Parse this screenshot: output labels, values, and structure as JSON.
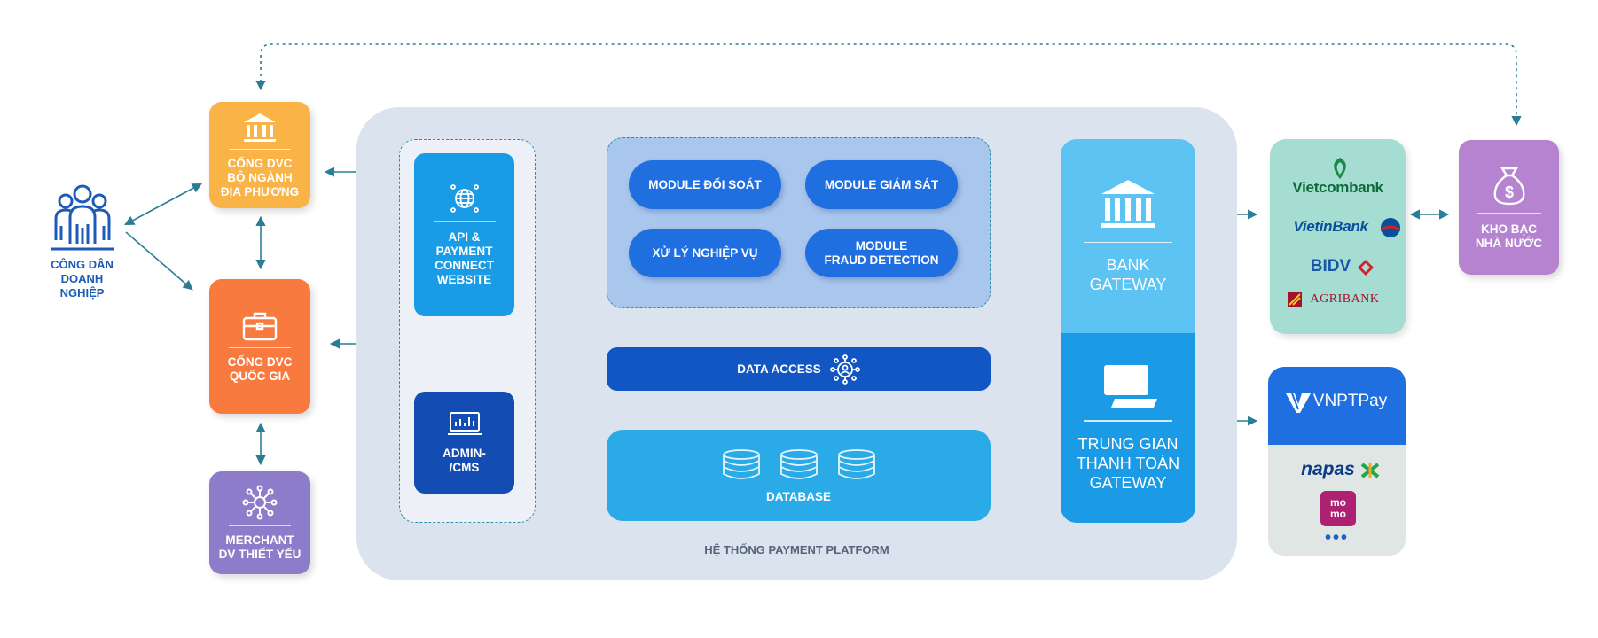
{
  "actor": {
    "label_lines": [
      "CÔNG DÂN",
      "DOANH",
      "NGHIỆP"
    ],
    "icon": "people-group-icon"
  },
  "sources": {
    "bo_nganh": {
      "lines": [
        "CỔNG DVC",
        "BỘ NGÀNH",
        "ĐỊA PHƯƠNG"
      ],
      "icon": "bank-building-icon",
      "color": "#f9b347"
    },
    "quoc_gia": {
      "lines": [
        "CỔNG DVC",
        "QUỐC GIA"
      ],
      "icon": "briefcase-icon",
      "color": "#f97a3e"
    },
    "merchant": {
      "lines": [
        "MERCHANT",
        "DV THIẾT YẾU"
      ],
      "icon": "network-nodes-icon",
      "color": "#8d7cc9"
    }
  },
  "platform": {
    "title": "HỆ THỐNG PAYMENT PLATFORM",
    "api": {
      "lines": [
        "API &",
        "PAYMENT",
        "CONNECT",
        "WEBSITE"
      ],
      "icon": "globe-icon"
    },
    "admin": {
      "lines": [
        "ADMIN-",
        "/CMS"
      ],
      "icon": "monitor-chart-icon"
    },
    "modules": {
      "doi_soat": [
        "MODULE ĐỐI SOÁT"
      ],
      "giam_sat": [
        "MODULE GIÁM SÁT"
      ],
      "nghiep_vu": [
        "XỬ LÝ NGHIỆP VỤ"
      ],
      "fraud": [
        "MODULE",
        "FRAUD DETECTION"
      ]
    },
    "data_access": {
      "label": "DATA ACCESS",
      "icon": "user-network-icon"
    },
    "database": {
      "label": "DATABASE",
      "icon": "database-stack-icon"
    }
  },
  "gateways": {
    "bank": {
      "lines": [
        "BANK",
        "GATEWAY"
      ],
      "icon": "bank-building-icon"
    },
    "trung_gian": {
      "lines": [
        "TRUNG GIAN",
        "THANH TOÁN",
        "GATEWAY"
      ],
      "icon": "laptop-icon"
    }
  },
  "banks": [
    "Vietcombank",
    "VietinBank",
    "BIDV",
    "AGRIBANK"
  ],
  "kho_bac": {
    "lines": [
      "KHO BẠC",
      "NHÀ NƯỚC"
    ],
    "icon": "money-bag-icon"
  },
  "wallets": {
    "vnpt": "VNPTPay",
    "napas": "napas",
    "momo": [
      "mo",
      "mo"
    ],
    "more": "•••"
  },
  "colors": {
    "accent": "#1f6fe0",
    "connector": "#2b7d95",
    "platform_bg": "#dbe3ee"
  }
}
